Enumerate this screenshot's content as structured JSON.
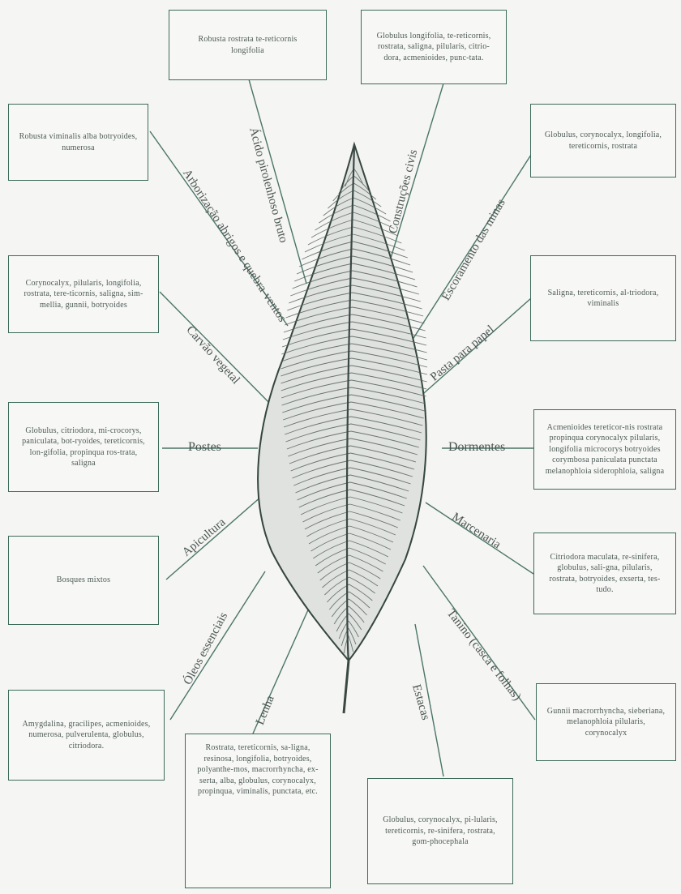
{
  "uses": [
    {
      "id": "acido",
      "label": "Ácido pirolenhoso bruto",
      "species": "Robusta rostrata te-reticornis longifolia"
    },
    {
      "id": "construcoes",
      "label": "Construções civis",
      "species": "Globulus longifolia, te-reticornis, rostrata, saligna, pilularis, citrio-dora, acmenioides, punc-tata."
    },
    {
      "id": "arborizacao",
      "label": "Arborização abrigos e quebra-ventos",
      "species": "Robusta viminalis alba botryoides, numerosa"
    },
    {
      "id": "escoramento",
      "label": "Escoramento das minas",
      "species": "Globulus, corynocalyx, longifolia, tereticornis, rostrata"
    },
    {
      "id": "carvao",
      "label": "Carvão vegetal",
      "species": "Corynocalyx, pilularis, longifolia, rostrata, tere-ticornis, saligna, sim-mellia, gunnii, botryoides"
    },
    {
      "id": "pasta",
      "label": "Pasta para papel",
      "species": "Saligna, tereticornis, al-triodora, viminalis"
    },
    {
      "id": "postes",
      "label": "Postes",
      "species": "Globulus, citriodora, mi-crocorys, paniculata, bot-ryoides, tereticornis, lon-gifolia, propinqua ros-trata, saligna"
    },
    {
      "id": "dormentes",
      "label": "Dormentes",
      "species": "Acmenioides tereticor-nis rostrata propinqua corynocalyx pilularis, longifolia microcorys botryoides corymbosa paniculata punctata melanophloia siderophloia, saligna"
    },
    {
      "id": "apicultura",
      "label": "Apicultura",
      "species": "Bosques mixtos"
    },
    {
      "id": "marcenaria",
      "label": "Marcenaria",
      "species": "Citriodora maculata, re-sinifera, globulus, sali-gna, pilularis, rostrata, botryoides, exserta, tes-tudo."
    },
    {
      "id": "oleos",
      "label": "Óleos essenciais",
      "species": "Amygdalina, gracilipes, acmenioides, numerosa, pulverulenta, globulus, citriodora."
    },
    {
      "id": "tanino",
      "label": "Tanino (casca e folhas)",
      "species": "Gunnii macrorrhyncha, sieberiana, melanophloia pilularis, corynocalyx"
    },
    {
      "id": "lenha",
      "label": "Lenha",
      "species": "Rostrata, tereticornis, sa-ligna, resinosa, longifolia, botryoides, polyanthe-mos, macrorrhyncha, ex-serta, alba, globulus, corynocalyx, propinqua, viminalis, punctata, etc."
    },
    {
      "id": "estacas",
      "label": "Estacas",
      "species": "Globulus, corynocalyx, pi-lularis, tereticornis, re-sinifera, rostrata, gom-phocephala"
    }
  ]
}
